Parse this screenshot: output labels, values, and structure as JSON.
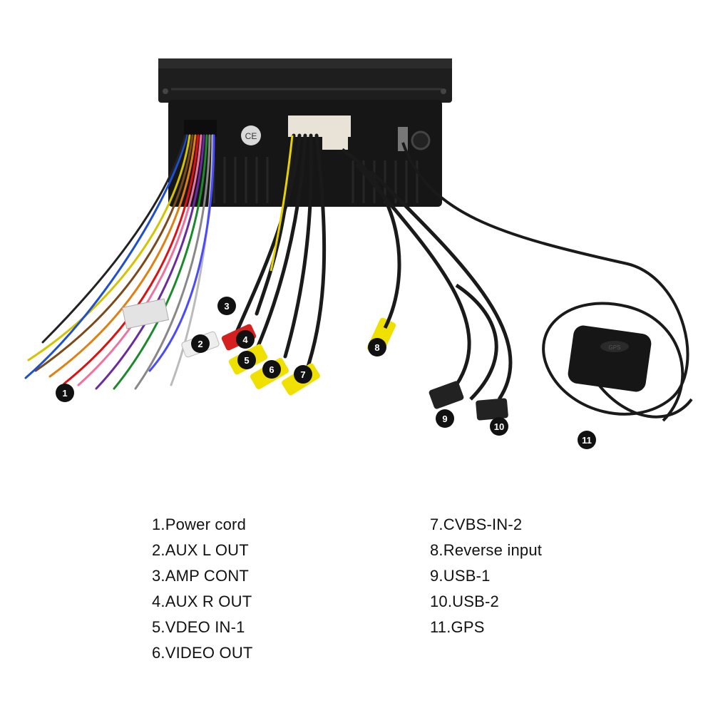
{
  "callouts": [
    "1",
    "2",
    "3",
    "4",
    "5",
    "6",
    "7",
    "8",
    "9",
    "10",
    "11"
  ],
  "ce_mark": "CE",
  "gps_label": "GPS",
  "legend": {
    "left": [
      "1.Power cord",
      "2.AUX L OUT",
      "3.AMP CONT",
      "4.AUX R OUT",
      "5.VDEO IN-1",
      "6.VIDEO OUT"
    ],
    "right": [
      "7.CVBS-IN-2",
      "8.Reverse input",
      "9.USB-1",
      "10.USB-2",
      "11.GPS"
    ]
  }
}
